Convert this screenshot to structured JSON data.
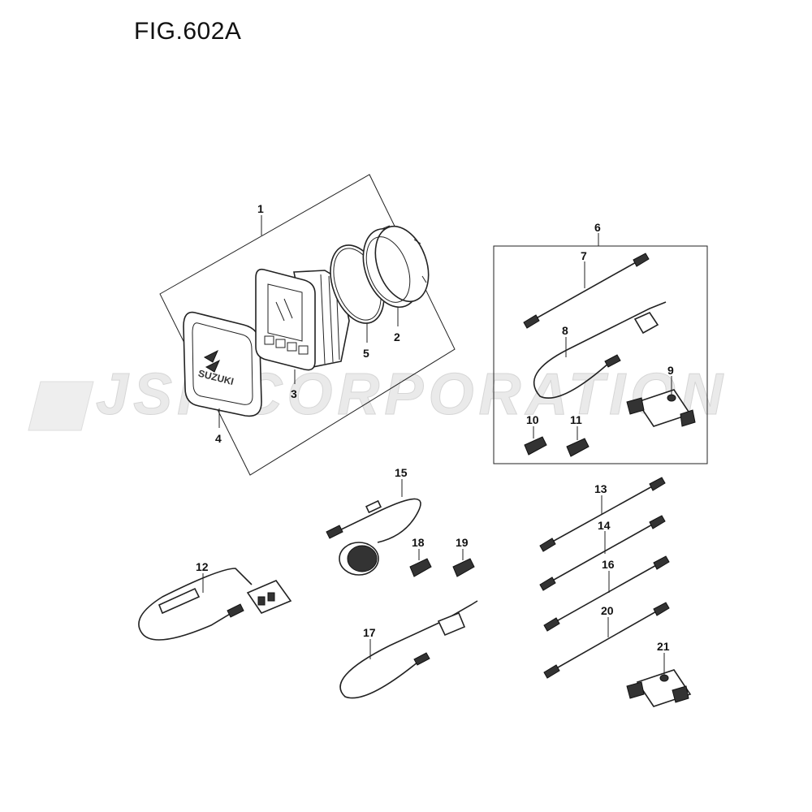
{
  "figure": {
    "title": "FIG.602A",
    "watermark": "JSP CORPORATION",
    "callouts": [
      {
        "n": "1",
        "label": "1"
      },
      {
        "n": "2",
        "label": "2"
      },
      {
        "n": "3",
        "label": "3"
      },
      {
        "n": "4",
        "label": "4"
      },
      {
        "n": "5",
        "label": "5"
      },
      {
        "n": "6",
        "label": "6"
      },
      {
        "n": "7",
        "label": "7"
      },
      {
        "n": "8",
        "label": "8"
      },
      {
        "n": "9",
        "label": "9"
      },
      {
        "n": "10",
        "label": "10"
      },
      {
        "n": "11",
        "label": "11"
      },
      {
        "n": "12",
        "label": "12"
      },
      {
        "n": "13",
        "label": "13"
      },
      {
        "n": "14",
        "label": "14"
      },
      {
        "n": "15",
        "label": "15"
      },
      {
        "n": "16",
        "label": "16"
      },
      {
        "n": "17",
        "label": "17"
      },
      {
        "n": "18",
        "label": "18"
      },
      {
        "n": "19",
        "label": "19"
      },
      {
        "n": "20",
        "label": "20"
      },
      {
        "n": "21",
        "label": "21"
      }
    ],
    "colors": {
      "line": "#222222",
      "background": "#ffffff",
      "watermark": "#e6e6e6"
    }
  }
}
